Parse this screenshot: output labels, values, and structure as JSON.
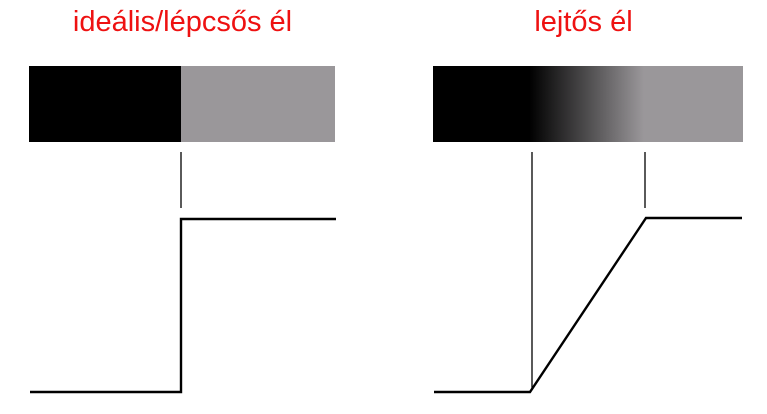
{
  "panels": [
    {
      "title": "ideális/lépcsős él",
      "title_color": "#ee1111",
      "edge_type": "step",
      "dark_color": "#000000",
      "light_color": "#9a979a"
    },
    {
      "title": "lejtős él",
      "title_color": "#ee1111",
      "edge_type": "ramp",
      "dark_color": "#000000",
      "light_color": "#9a979a"
    }
  ]
}
